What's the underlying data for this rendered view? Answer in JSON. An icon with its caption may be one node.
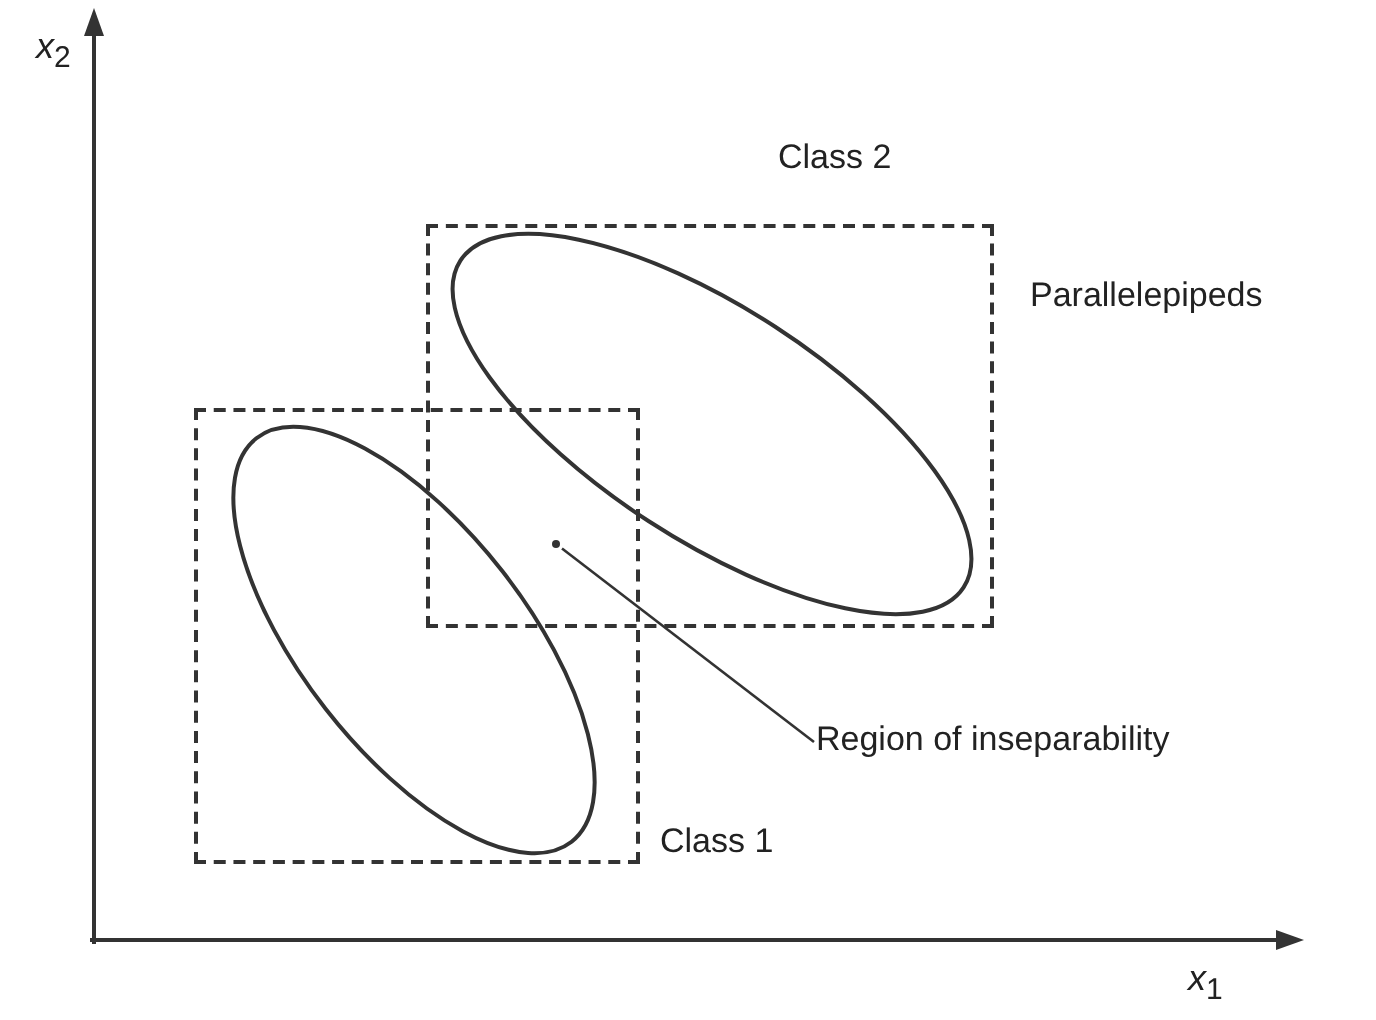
{
  "diagram": {
    "nodes": [
      {
        "text": [
          "Class 2"
        ]
      },
      {
        "text": [],
        "shape": "ellipse",
        "in": 0
      },
      {
        "text": [
          "Class 1"
        ]
      },
      {
        "text": [],
        "shape": "ellipse",
        "in": 2
      },
      {
        "text": [
          "Region of inseparability"
        ]
      },
      {
        "text": [],
        "shape": "circle"
      }
    ],
    "edges": [
      {
        "from": 4,
        "to": 5,
        "arrow": "none"
      }
    ],
    "labels": [
      "*x*$_{2}$",
      "Parallelepipeds",
      "*x*$_{1}$"
    ]
  }
}
